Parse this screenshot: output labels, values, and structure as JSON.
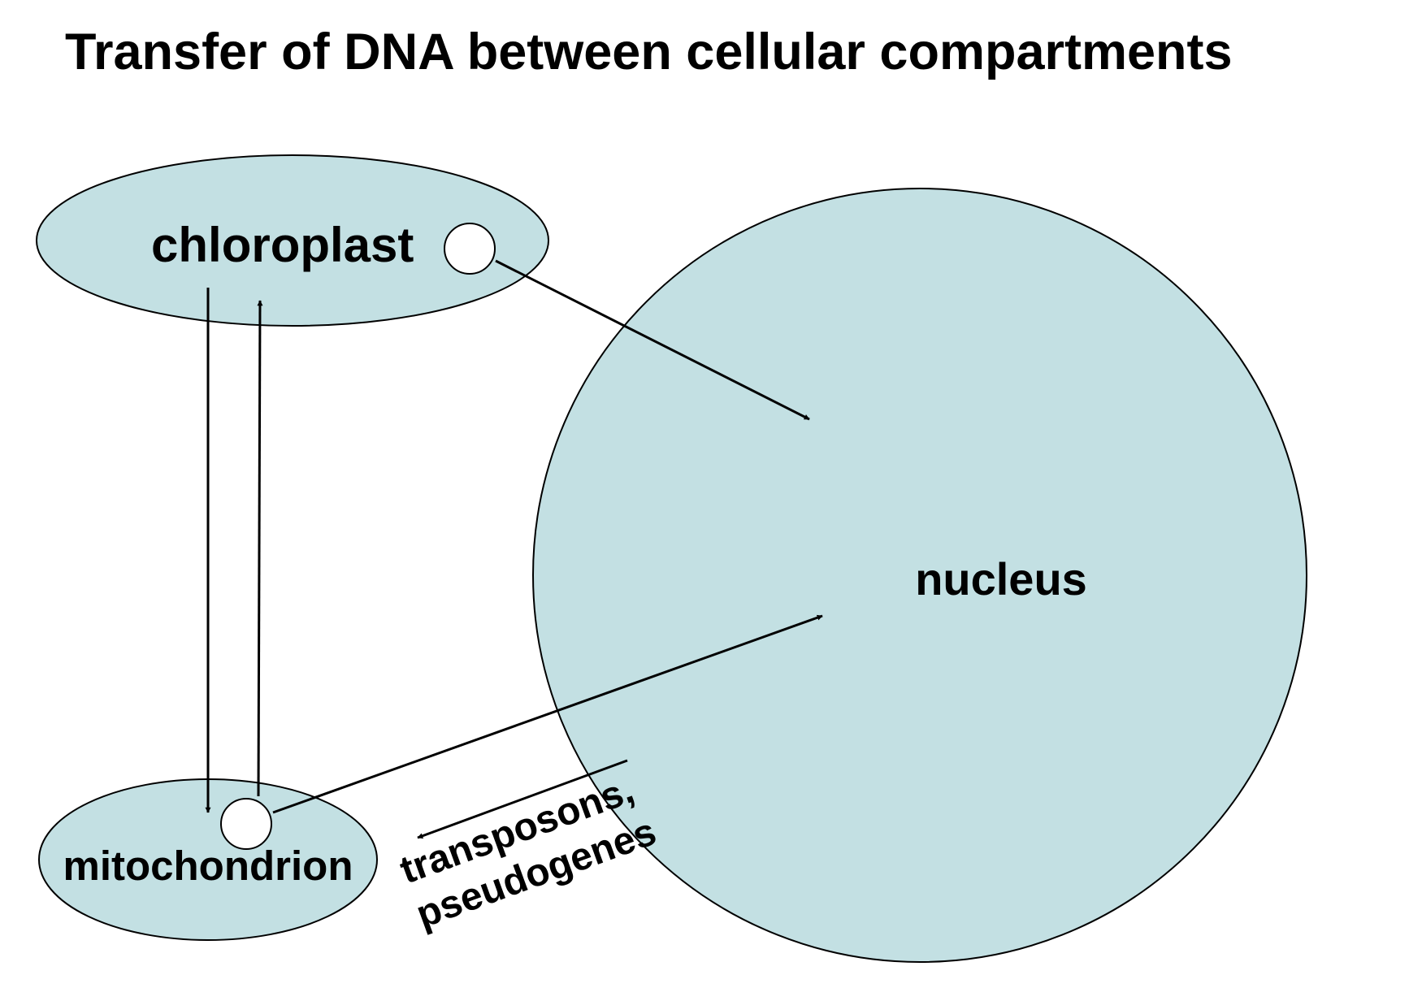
{
  "title": "Transfer of DNA between cellular compartments",
  "compartments": {
    "chloroplast": "chloroplast",
    "mitochondrion": "mitochondrion",
    "nucleus": "nucleus"
  },
  "arrow_label": {
    "line1": "transposons,",
    "line2": "pseudogenes"
  },
  "colors": {
    "fill": "#c3e0e3",
    "stroke": "#000000",
    "dna_circle": "#ffffff"
  }
}
